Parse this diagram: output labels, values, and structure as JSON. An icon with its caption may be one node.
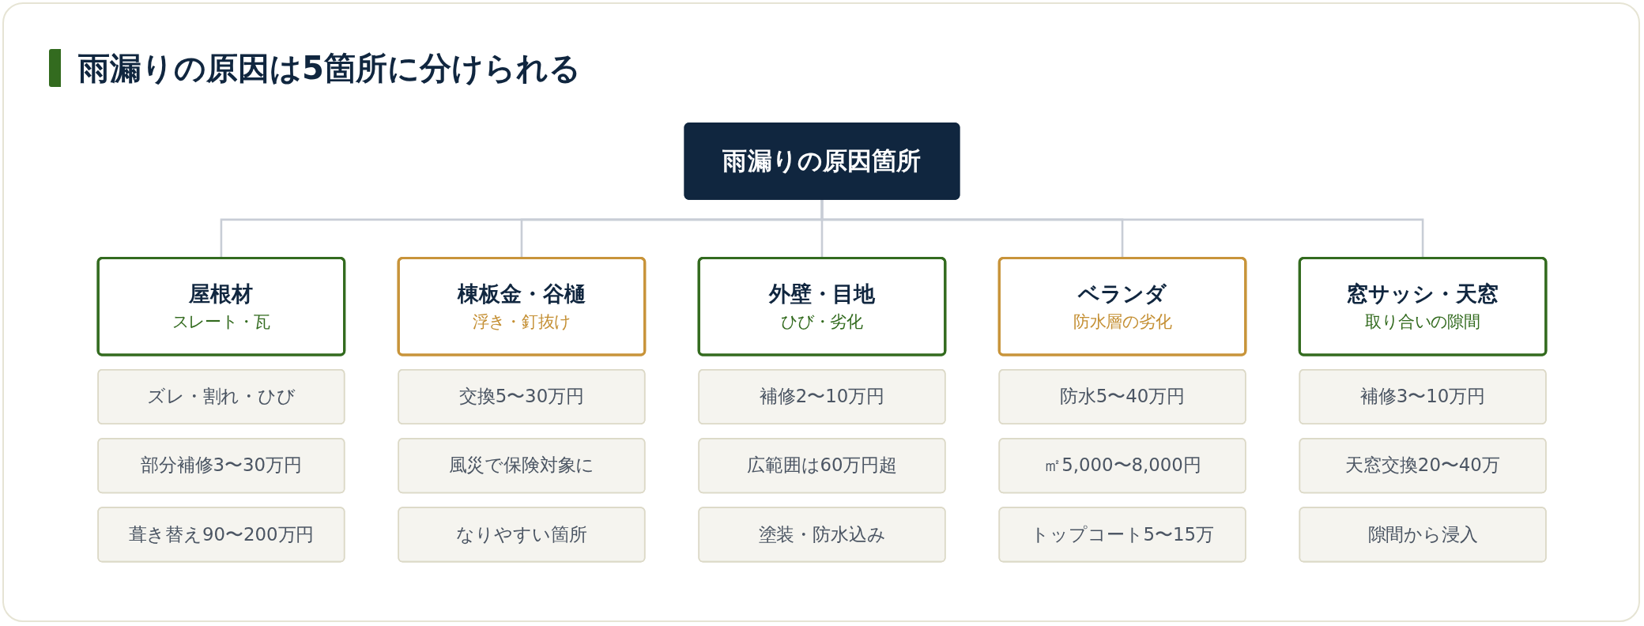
{
  "diagram": {
    "title": "雨漏りの原因は5箇所に分けられる",
    "nodes": [
      {
        "text": [
          "雨漏りの原因箇所"
        ]
      },
      {
        "text": [
          "屋根材",
          "スレート・瓦"
        ]
      },
      {
        "text": [
          "ズレ・割れ・ひび"
        ]
      },
      {
        "text": [
          "部分補修3〜30万円"
        ]
      },
      {
        "text": [
          "葺き替え90〜200万円"
        ]
      },
      {
        "text": [
          "棟板金・谷樋",
          "浮き・釘抜け"
        ]
      },
      {
        "text": [
          "交換5〜30万円"
        ]
      },
      {
        "text": [
          "風災で保険対象に"
        ]
      },
      {
        "text": [
          "なりやすい箇所"
        ]
      },
      {
        "text": [
          "外壁・目地",
          "ひび・劣化"
        ]
      },
      {
        "text": [
          "補修2〜10万円"
        ]
      },
      {
        "text": [
          "広範囲は60万円超"
        ]
      },
      {
        "text": [
          "塗装・防水込み"
        ]
      },
      {
        "text": [
          "ベランダ",
          "防水層の劣化"
        ]
      },
      {
        "text": [
          "防水5〜40万円"
        ]
      },
      {
        "text": [
          "㎡5,000〜8,000円"
        ]
      },
      {
        "text": [
          "トップコート5〜15万"
        ]
      },
      {
        "text": [
          "窓サッシ・天窓",
          "取り合いの隙間"
        ]
      },
      {
        "text": [
          "補修3〜10万円"
        ]
      },
      {
        "text": [
          "天窓交換20〜40万"
        ]
      },
      {
        "text": [
          "隙間から浸入"
        ]
      }
    ],
    "edges": [
      {
        "from": 0,
        "to": 1,
        "arrow": "none"
      },
      {
        "from": 0,
        "to": 5,
        "arrow": "none"
      },
      {
        "from": 0,
        "to": 9,
        "arrow": "none"
      },
      {
        "from": 0,
        "to": 13,
        "arrow": "none"
      },
      {
        "from": 0,
        "to": 17,
        "arrow": "none"
      }
    ]
  }
}
